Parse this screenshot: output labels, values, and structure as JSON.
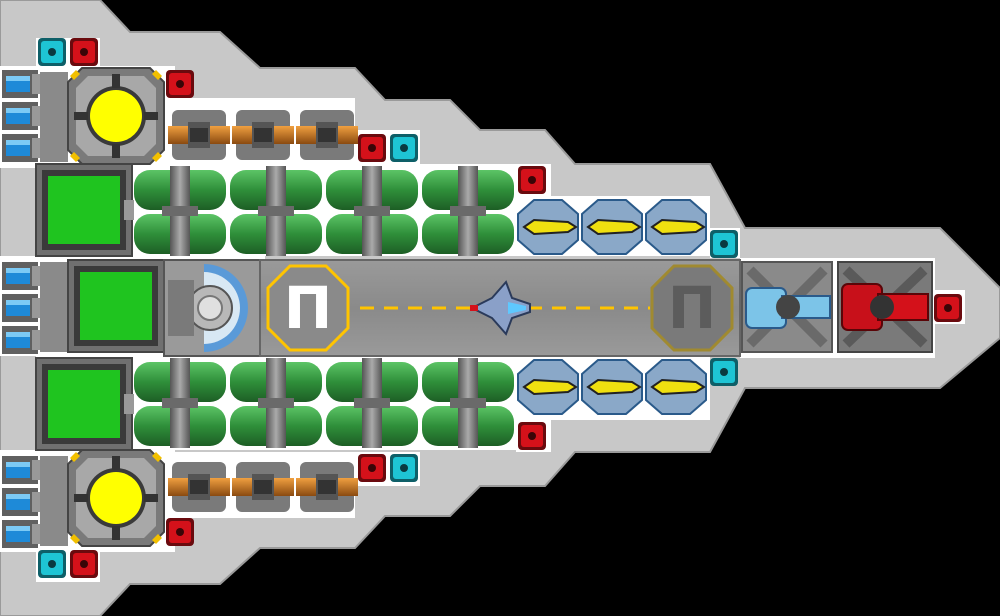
{
  "colors": {
    "background": "#000000",
    "hull": "#c8c8c8",
    "hull_edge": "#9a9a9a",
    "deck": "#ffffff",
    "fuel_tank": "#2f8f3a",
    "reactor": "#ffff00",
    "power_block": "#1fc41f",
    "landing_pad": "#8c8c8c",
    "runway_marker": "#ffc400",
    "node_red": "#d4111a",
    "node_cyan": "#1ec4d4",
    "thruster_blue": "#1e8ad8",
    "missile_yellow": "#f0e010",
    "weapon_red": "#c8101a",
    "weapon_blue": "#7cc4e8"
  },
  "landing_pads": [
    {
      "glyph": "Π",
      "state": "lit"
    },
    {
      "glyph": "Π",
      "state": "dim"
    }
  ],
  "docked_craft": {
    "icon": "fighter-ship-icon"
  }
}
